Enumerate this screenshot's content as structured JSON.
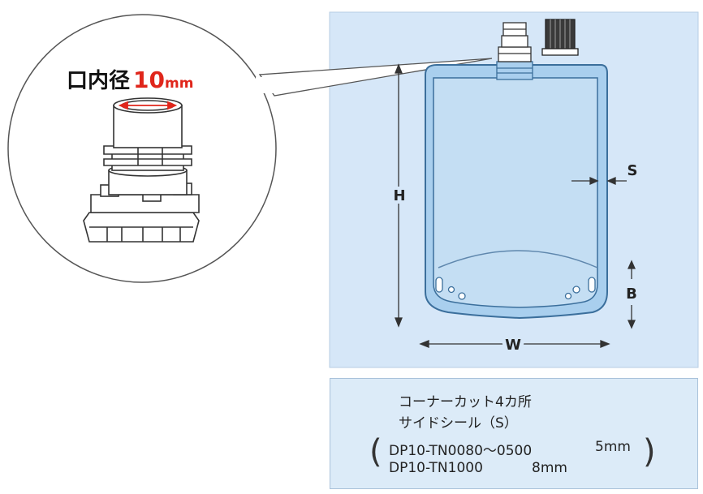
{
  "callout": {
    "label": "口内径",
    "size_value": "10",
    "size_unit": "mm"
  },
  "dimensions": {
    "height": "H",
    "width": "W",
    "side_seal": "S",
    "bottom": "B"
  },
  "spec": {
    "line1": "コーナーカット4カ所",
    "line2": "サイドシール（S）",
    "row1_model": "DP10-TN0080～0500",
    "row1_value": "5mm",
    "row2_model": "DP10-TN1000",
    "row2_value": "8mm",
    "paren_open": "(",
    "paren_close": ")"
  },
  "colors": {
    "panel_bg": "#d6e7f8",
    "pouch_fill": "#a9cfee",
    "pouch_outline": "#3b6f9c",
    "accent_red": "#e0261b"
  }
}
